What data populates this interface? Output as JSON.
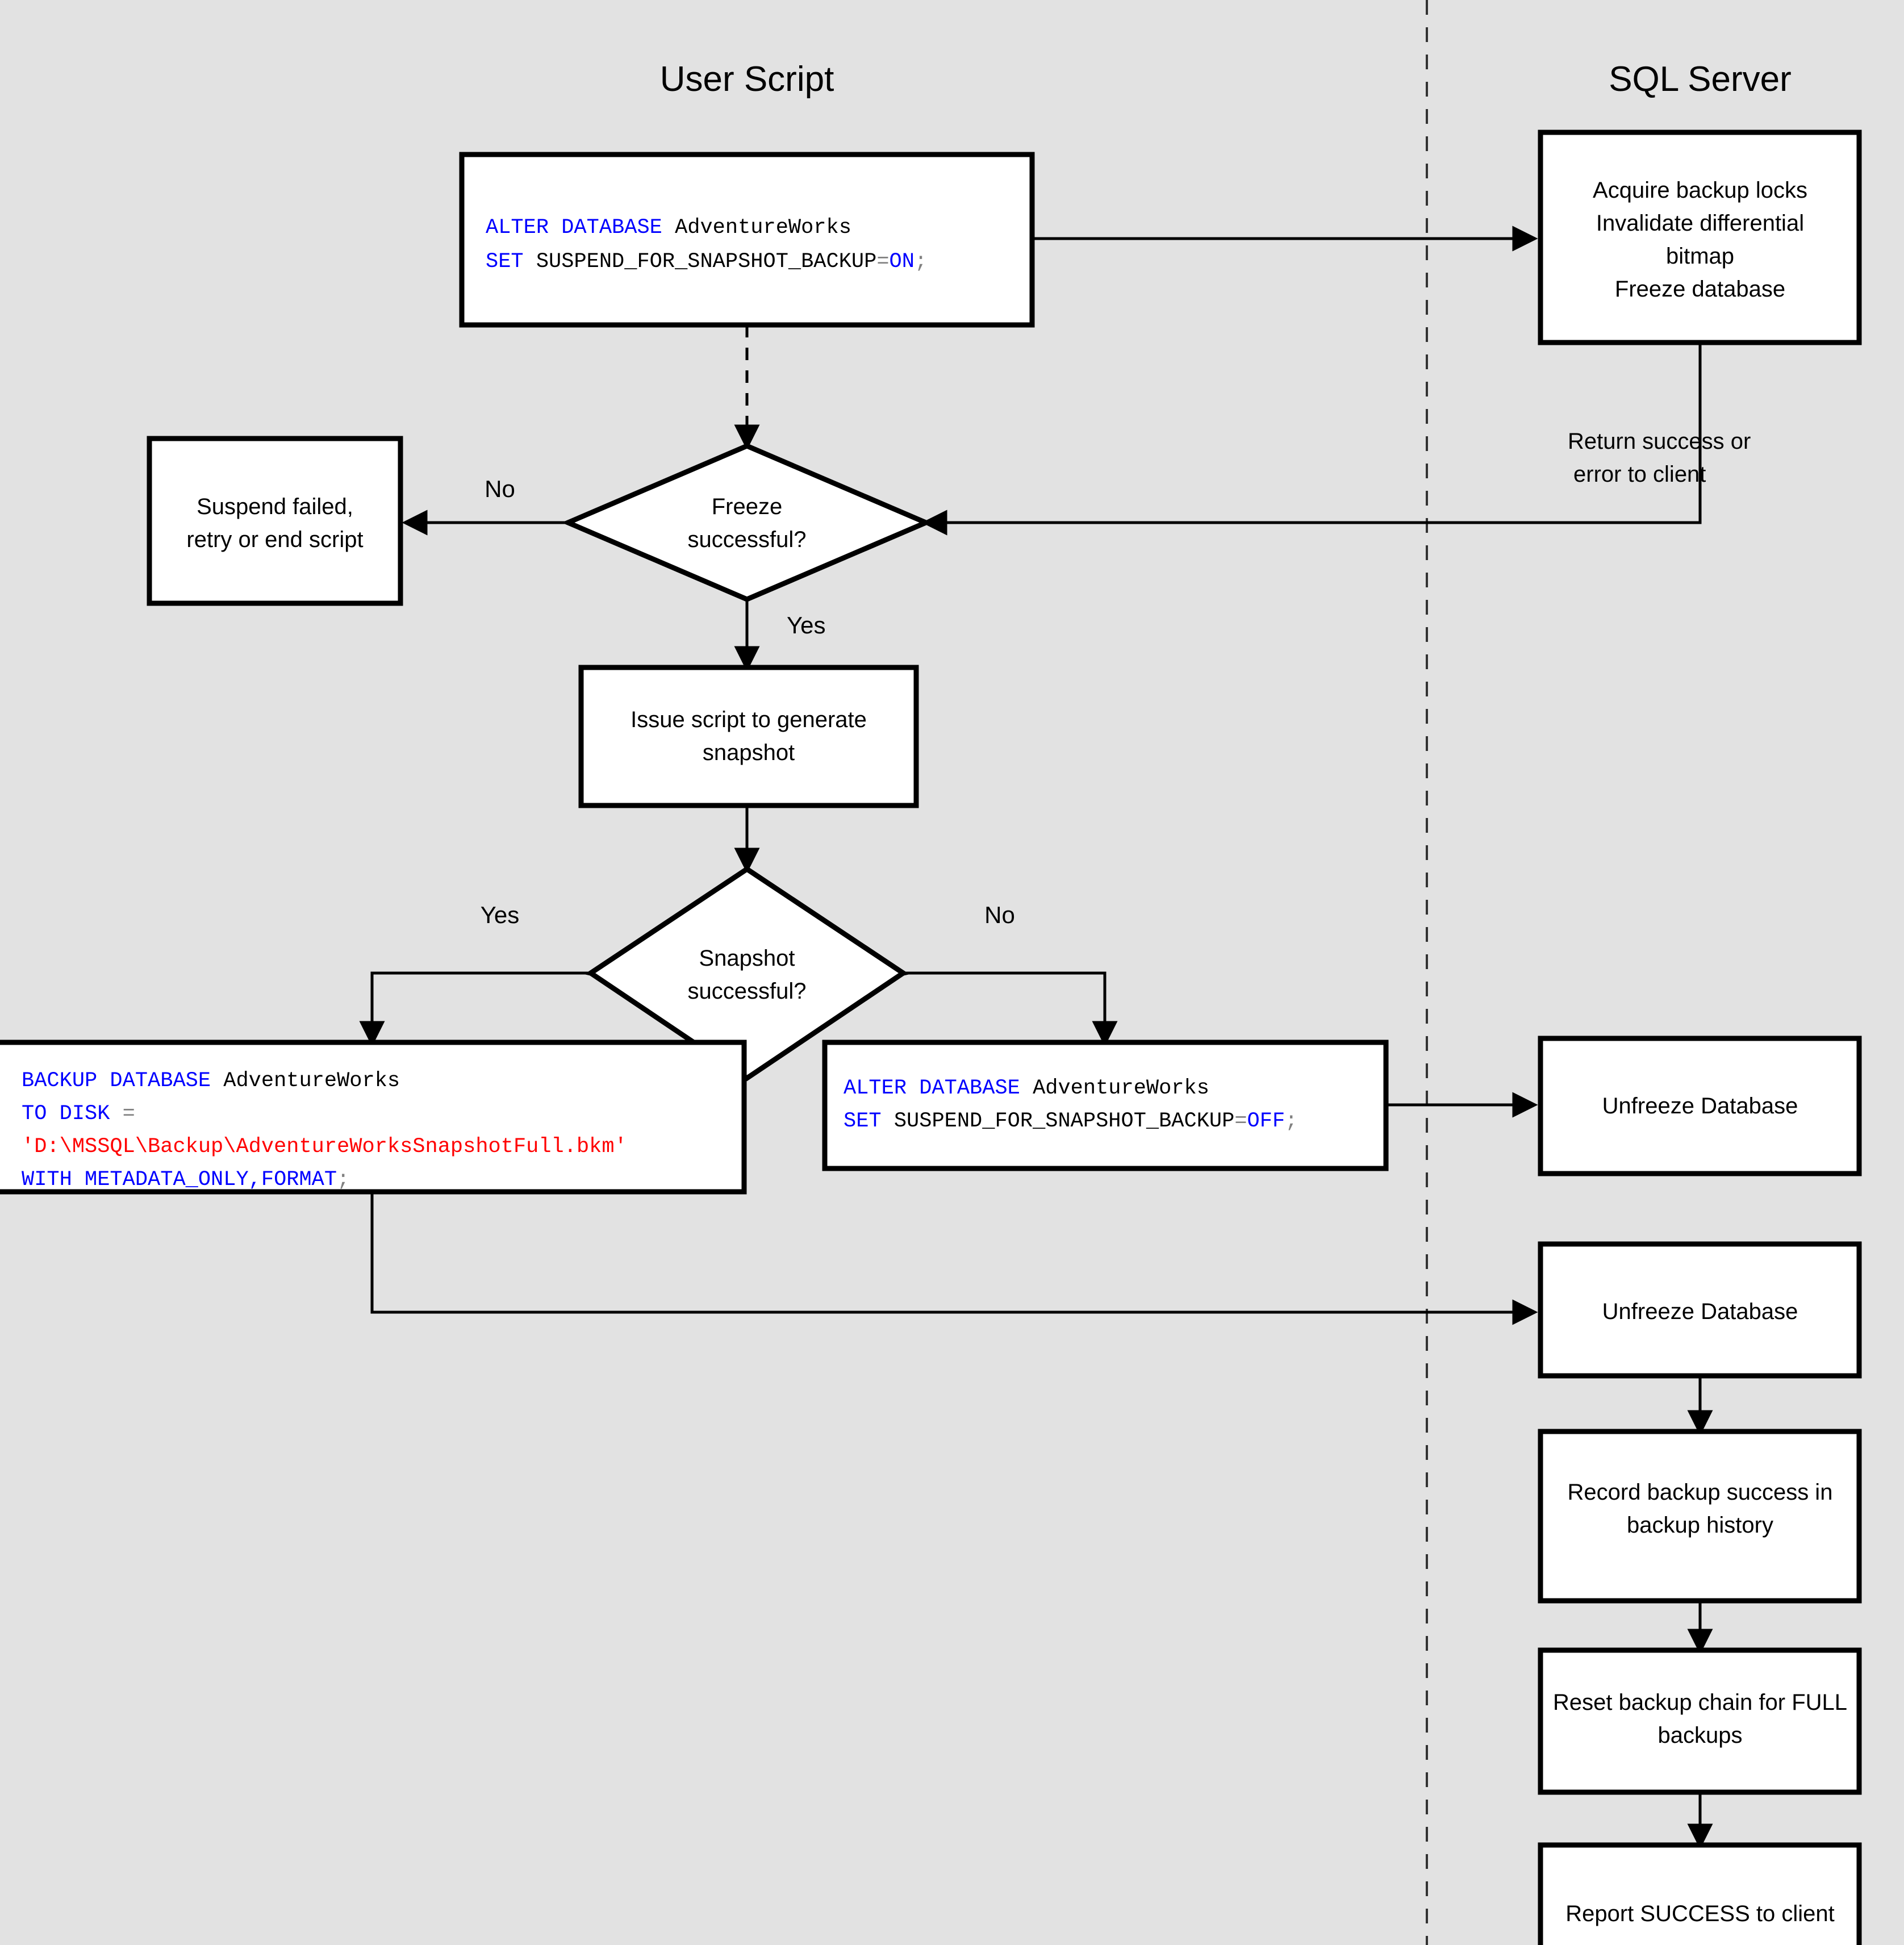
{
  "diagram": {
    "title_user_script": "User Script",
    "title_sql_server": "SQL Server",
    "background_color": "#e2e2e2",
    "node_fill": "#ffffff",
    "node_stroke": "#000000",
    "keyword_color": "#0000ff",
    "string_color": "#ff0000",
    "operator_color": "#808080"
  },
  "nodes": {
    "alter_on": {
      "type": "code-box",
      "line1_kw": "ALTER DATABASE ",
      "line1_id": "AdventureWorks",
      "line2_kw": "SET ",
      "line2_id": "SUSPEND_FOR_SNAPSHOT_BACKUP",
      "line2_op": "=",
      "line2_val": "ON",
      "line2_end": ";"
    },
    "acquire_locks": {
      "type": "process",
      "line1": "Acquire backup locks",
      "line2": "Invalidate differential",
      "line3": "bitmap",
      "line4": "Freeze database"
    },
    "suspend_failed": {
      "type": "process",
      "line1": "Suspend failed,",
      "line2": "retry or end script"
    },
    "freeze_successful": {
      "type": "decision",
      "line1": "Freeze",
      "line2": "successful?"
    },
    "issue_script": {
      "type": "process",
      "line1": "Issue script to generate",
      "line2": "snapshot"
    },
    "snapshot_successful": {
      "type": "decision",
      "line1": "Snapshot",
      "line2": "successful?"
    },
    "backup_database": {
      "type": "code-box",
      "line1_kw": "BACKUP DATABASE ",
      "line1_id": "AdventureWorks",
      "line2_kw": "TO DISK ",
      "line2_op": "=",
      "line3_str": "'D:\\MSSQL\\Backup\\AdventureWorksSnapshotFull.bkm'",
      "line4_kw": "WITH METADATA_ONLY,FORMAT",
      "line4_end": ";"
    },
    "alter_off": {
      "type": "code-box",
      "line1_kw": "ALTER DATABASE ",
      "line1_id": "AdventureWorks",
      "line2_kw": "SET ",
      "line2_id": "SUSPEND_FOR_SNAPSHOT_BACKUP",
      "line2_op": "=",
      "line2_val": "OFF",
      "line2_end": ";"
    },
    "unfreeze_1": {
      "type": "process",
      "line1": "Unfreeze Database"
    },
    "unfreeze_2": {
      "type": "process",
      "line1": "Unfreeze Database"
    },
    "record_backup": {
      "type": "process",
      "line1": "Record backup success in",
      "line2": "backup history"
    },
    "reset_chain": {
      "type": "process",
      "line1": "Reset backup chain for FULL",
      "line2": "backups"
    },
    "report_success": {
      "type": "process",
      "line1": "Report SUCCESS to client"
    }
  },
  "edge_labels": {
    "return_success_l1": "Return success or",
    "return_success_l2": "error to client",
    "freeze_no": "No",
    "freeze_yes": "Yes",
    "snapshot_yes": "Yes",
    "snapshot_no": "No"
  }
}
